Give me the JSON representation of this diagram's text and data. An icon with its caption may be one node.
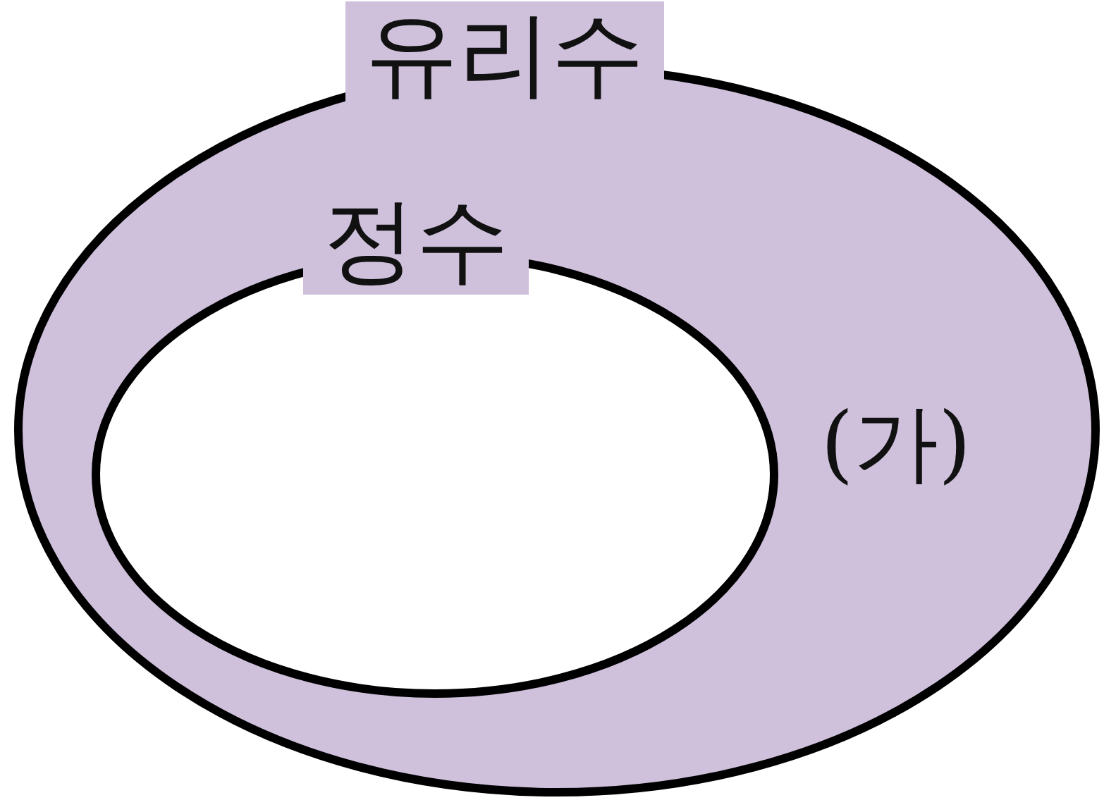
{
  "diagram": {
    "nodes": [
      {
        "text": [
          "유리수"
        ]
      },
      {
        "text": [
          "정수"
        ],
        "in": 0
      }
    ],
    "labels": [
      "(가)"
    ]
  }
}
